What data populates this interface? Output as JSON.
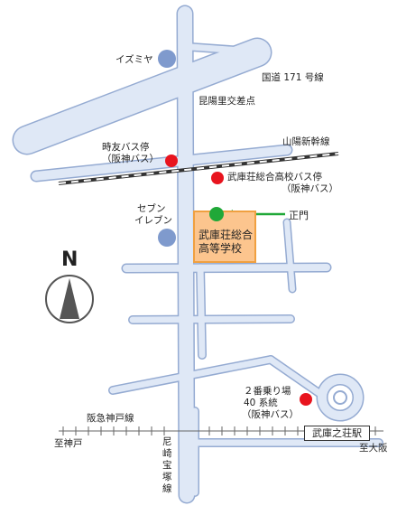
{
  "labels": {
    "izumiya": "イズミヤ",
    "route171": "国道 171 号線",
    "koyanosato": "昆陽里交差点",
    "sanyo_shinkansen": "山陽新幹線",
    "tokitomo_stop": "時友バス停",
    "tokitomo_operator": "（阪神バス）",
    "school_stop": "武庫荘総合高校バス停",
    "school_stop_operator": "（阪神バス）",
    "seven1": "セブン",
    "seven2": "イレブン",
    "main_gate": "正門",
    "school_line1": "武庫荘総合",
    "school_line2": "高等学校",
    "north": "N",
    "stop2_line1": "２番乗り場",
    "stop2_line2": "40 系統",
    "stop2_line3": "（阪神バス）",
    "hankyu_kobe_line": "阪急神戸線",
    "to_kobe": "至神戸",
    "station": "武庫之荘駅",
    "to_osaka": "至大阪",
    "amagasaki_takarazuka_line": "尼崎宝塚線"
  },
  "colors": {
    "road_fill": "#dfe8f6",
    "road_edge": "#95abd2",
    "bus_stop": "#e8141e",
    "store_marker": "#7f9acd",
    "school_fill": "#fcc58e",
    "school_border": "#f0a040",
    "gate_marker": "#20a838",
    "compass_arrow": "#555555"
  },
  "icons": {
    "bus_stop": "red-dot-icon",
    "store": "blue-dot-icon",
    "gate": "green-dot-icon",
    "compass": "compass-north-icon"
  }
}
